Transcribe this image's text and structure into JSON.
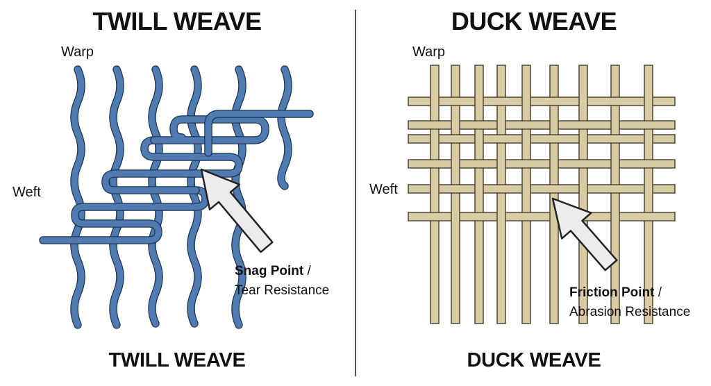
{
  "twill": {
    "title": "TWILL WEAVE",
    "footer": "TWILL WEAVE",
    "warp_label": "Warp",
    "weft_label": "Weft",
    "callout_bold": "Snag Point",
    "callout_sep": " /",
    "callout_rest": "Tear Resistance",
    "thread_color": "#4f7bb0",
    "outline_color": "#1c3556"
  },
  "duck": {
    "title": "DUCK WEAVE",
    "footer": "DUCK WEAVE",
    "warp_label": "Warp",
    "weft_label": "Weft",
    "callout_bold": "Friction Point",
    "callout_sep": " /",
    "callout_rest": "Abrasion Resistance",
    "thread_color": "#d9cba3",
    "outline_color": "#4e4633"
  },
  "arrow_color": "#ececec"
}
